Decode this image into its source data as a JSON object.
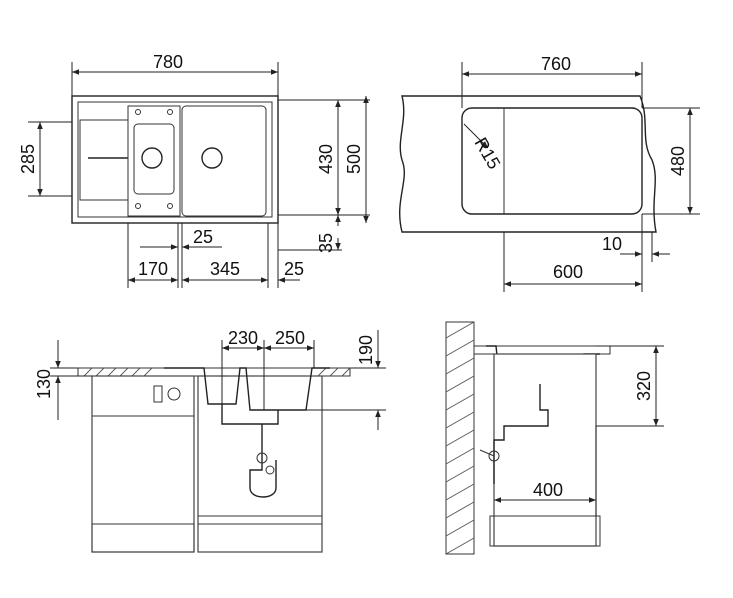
{
  "top_view_left": {
    "overall_width": "780",
    "depth_left": "285",
    "depth_inner": "430",
    "depth_outer": "500",
    "front_offset": "35",
    "gap_a": "25",
    "bowl_small": "170",
    "bowl_large": "345",
    "gap_b": "25"
  },
  "top_view_right": {
    "cutout_width": "760",
    "radius": "R15",
    "cutout_depth": "480",
    "edge_offset": "10",
    "offset_600": "600"
  },
  "side_view_left": {
    "drain_small": "230",
    "drain_large": "250",
    "height_190": "190",
    "height_130": "130"
  },
  "side_view_right": {
    "height_320": "320",
    "depth_400": "400"
  }
}
